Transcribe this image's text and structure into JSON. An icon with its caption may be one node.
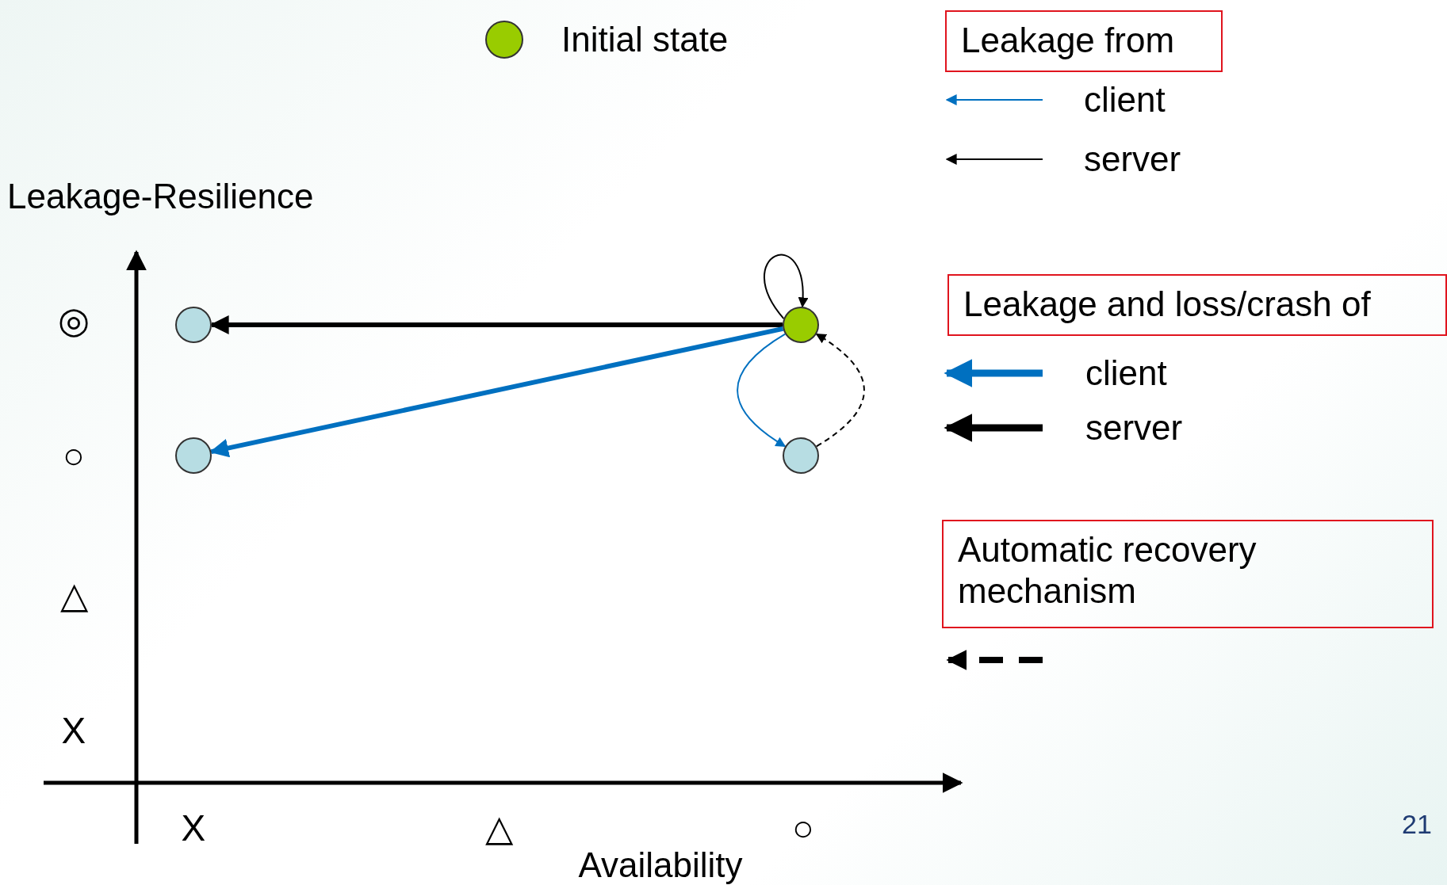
{
  "diagram": {
    "nodes": [
      {
        "text": [
          "Leakage from"
        ]
      },
      {
        "text": [],
        "shape": "circle"
      },
      {
        "text": [],
        "shape": "circle"
      },
      {
        "text": [
          "Leakage and loss/crash of"
        ]
      },
      {
        "text": [],
        "shape": "circle"
      },
      {
        "text": [],
        "shape": "circle"
      },
      {
        "text": [
          "Automatic recovery mechanism"
        ]
      }
    ],
    "edges": [
      {
        "from": 1,
        "to": 1,
        "arrow": "to"
      },
      {
        "from": 1,
        "to": 2,
        "arrow": "to",
        "style": "thick"
      },
      {
        "from": 1,
        "to": 4,
        "arrow": "to",
        "style": "thick",
        "color": "#0070c0"
      },
      {
        "from": 1,
        "to": 5,
        "arrow": "to",
        "color": "#0070c0"
      },
      {
        "from": 5,
        "to": 1,
        "arrow": "to",
        "style": "dashed"
      }
    ],
    "labels": [
      "Leakage-Resilience",
      "◎",
      "○",
      "△",
      "X",
      "X",
      "△",
      "○",
      "Availability",
      "21"
    ],
    "legend": [
      {
        "text": "Initial state",
        "color": "#99cc00"
      },
      {
        "text": "client"
      },
      {
        "text": "server"
      },
      {
        "text": "client"
      },
      {
        "text": "server"
      }
    ]
  }
}
